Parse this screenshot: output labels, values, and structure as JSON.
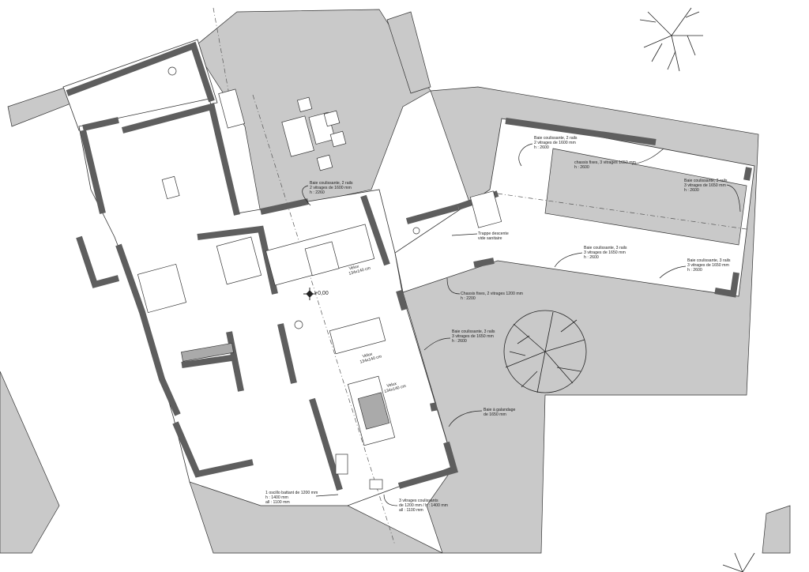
{
  "plan": {
    "level_mark": "+0,00",
    "colors": {
      "exterior": "#c9c9c9",
      "wall": "#5e5e5e",
      "interior": "#ffffff"
    },
    "annotations": {
      "living_bay": [
        "Baie coulissante, 2 rails",
        "2 vitrages de 1600 mm",
        "h : 2260"
      ],
      "trap": [
        "Trappe descente",
        "vide sanitaire"
      ],
      "velux_living": [
        "Velux",
        "134x140 cm"
      ],
      "fixed_frame": [
        "Chassis fixes, 2 vitrages 1200 mm",
        "h : 2200"
      ],
      "annex_north_bay": [
        "Baie coulissante, 2 rails",
        "2 vitrages de 1600 mm",
        "h : 2600"
      ],
      "annex_fixed": [
        "chassis fixes, 3 vitrages 1650 mm",
        "h : 2600"
      ],
      "annex_east_bay": [
        "Baie coulissante, 3 rails",
        "3 vitrages de 1650 mm",
        "h : 2600"
      ],
      "annex_south_bay_1": [
        "Baie coulissante, 3 rails",
        "3 vitrages de 1650 mm",
        "h : 2600"
      ],
      "annex_south_bay_2": [
        "Baie coulissante, 3 rails",
        "3 vitrages de 1650 mm",
        "h : 2600"
      ],
      "dining_bay": [
        "Baie coulissante, 3 rails",
        "3 vitrages de 1650 mm",
        "h : 2600"
      ],
      "velux_dining": [
        "Velux",
        "134x140 cm"
      ],
      "velux_kitchen": [
        "Velux",
        "134x140 cm"
      ],
      "pocket_bay": [
        "Baie à galandage",
        "de 1650 mm"
      ],
      "tilt_window": [
        "1 oscillo battant de 1200 mm",
        "h : 1400 mm",
        "all : 1100 mm"
      ],
      "kitchen_sliding": [
        "3 vitrages coulissants",
        "de 1200 mm / h : 1400 mm",
        "all : 1100 mm"
      ]
    }
  }
}
